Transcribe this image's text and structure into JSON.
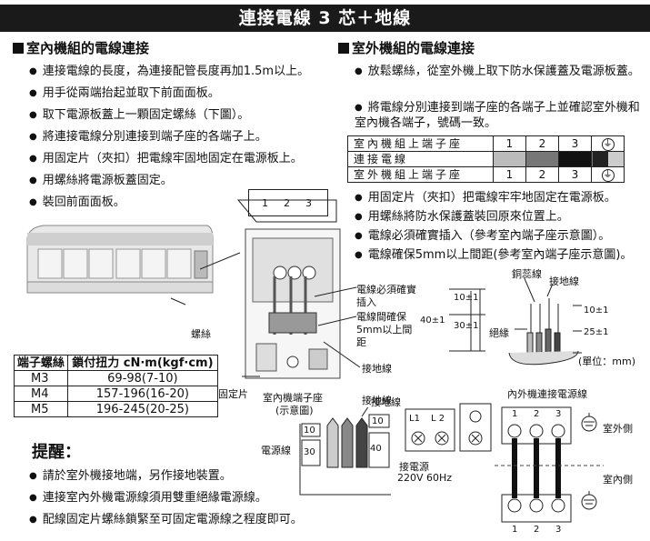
{
  "banner": {
    "title": "連接電線 3 芯＋地線"
  },
  "indoor": {
    "heading": "室內機組的電線連接",
    "bullets": [
      "連接電線的長度，為連接配管長度再加1.5m以上。",
      "用手從兩端抬起並取下前面面板。",
      "取下電源板蓋上一顆固定螺絲（下圖）。",
      "將連接電線分別連接到端子座的各端子上。",
      "用固定片（夾扣）把電線牢固地固定在電源板上。",
      "用螺絲將電源板蓋固定。",
      "裝回前面面板。"
    ],
    "screw_label": "螺絲",
    "terminal_numbers": [
      "1",
      "2",
      "3"
    ],
    "callouts": {
      "insert": "電線必須確實插入",
      "spacing": "電線間確保5mm以上間距",
      "ground": "接地線",
      "clamp": "固定片"
    }
  },
  "torque_table": {
    "headers": [
      "端子螺絲",
      "鎖付扭力 cN·m(kgf·cm)"
    ],
    "rows": [
      [
        "M3",
        "69-98(7-10)"
      ],
      [
        "M4",
        "157-196(16-20)"
      ],
      [
        "M5",
        "196-245(20-25)"
      ]
    ]
  },
  "reminder": {
    "title": "提醒：",
    "bullets": [
      "請於室外機接地端，另作接地裝置。",
      "連接室內外機電源線須用雙重絕緣電源線。",
      "配線固定片螺絲鎖緊至可固定電源線之程度即可。"
    ]
  },
  "indoor_terminal_diagram": {
    "title": "室內機端子座",
    "subtitle": "(示意圖)",
    "ground": "接地線",
    "power": "電源線",
    "dims": [
      "10",
      "30",
      "10",
      "40"
    ]
  },
  "outdoor": {
    "heading": "室外機組的電線連接",
    "bullets": [
      "放鬆螺絲，從室外機上取下防水保護蓋及電源板蓋。",
      "將電線分別連接到端子座的各端子上並確認室外機和室內機各端子，號碼一致。"
    ],
    "terminal_table": {
      "rows": [
        "室內機組上端子座",
        "連接電線",
        "室外機組上端子座"
      ],
      "numbers": [
        "1",
        "2",
        "3"
      ]
    },
    "bullets2": [
      "用固定片（夾扣）把電線牢牢地固定在電源板。",
      "用螺絲將防水保護蓋裝回原來位置上。",
      "電線必須確實插入（參考室內端子座示意圖）。",
      "電線確保5mm以上間距(參考室內端子座示意圖)。"
    ],
    "strip_diagram": {
      "copper": "銅蕊線",
      "ground": "接地線",
      "insulation": "絕緣",
      "unit": "(單位：mm)",
      "dims": [
        "10±1",
        "40±1",
        "30±1",
        "10±1",
        "25±1"
      ]
    },
    "power_terminal": {
      "labels": [
        "L1",
        "L 2"
      ],
      "ground": "接地線",
      "power": "接電源",
      "voltage": "220V 60Hz"
    },
    "connection_diagram": {
      "title": "內外機連接電源線",
      "outdoor_side": "室外側",
      "indoor_side": "室內側",
      "numbers": [
        "1",
        "2",
        "3"
      ]
    }
  }
}
